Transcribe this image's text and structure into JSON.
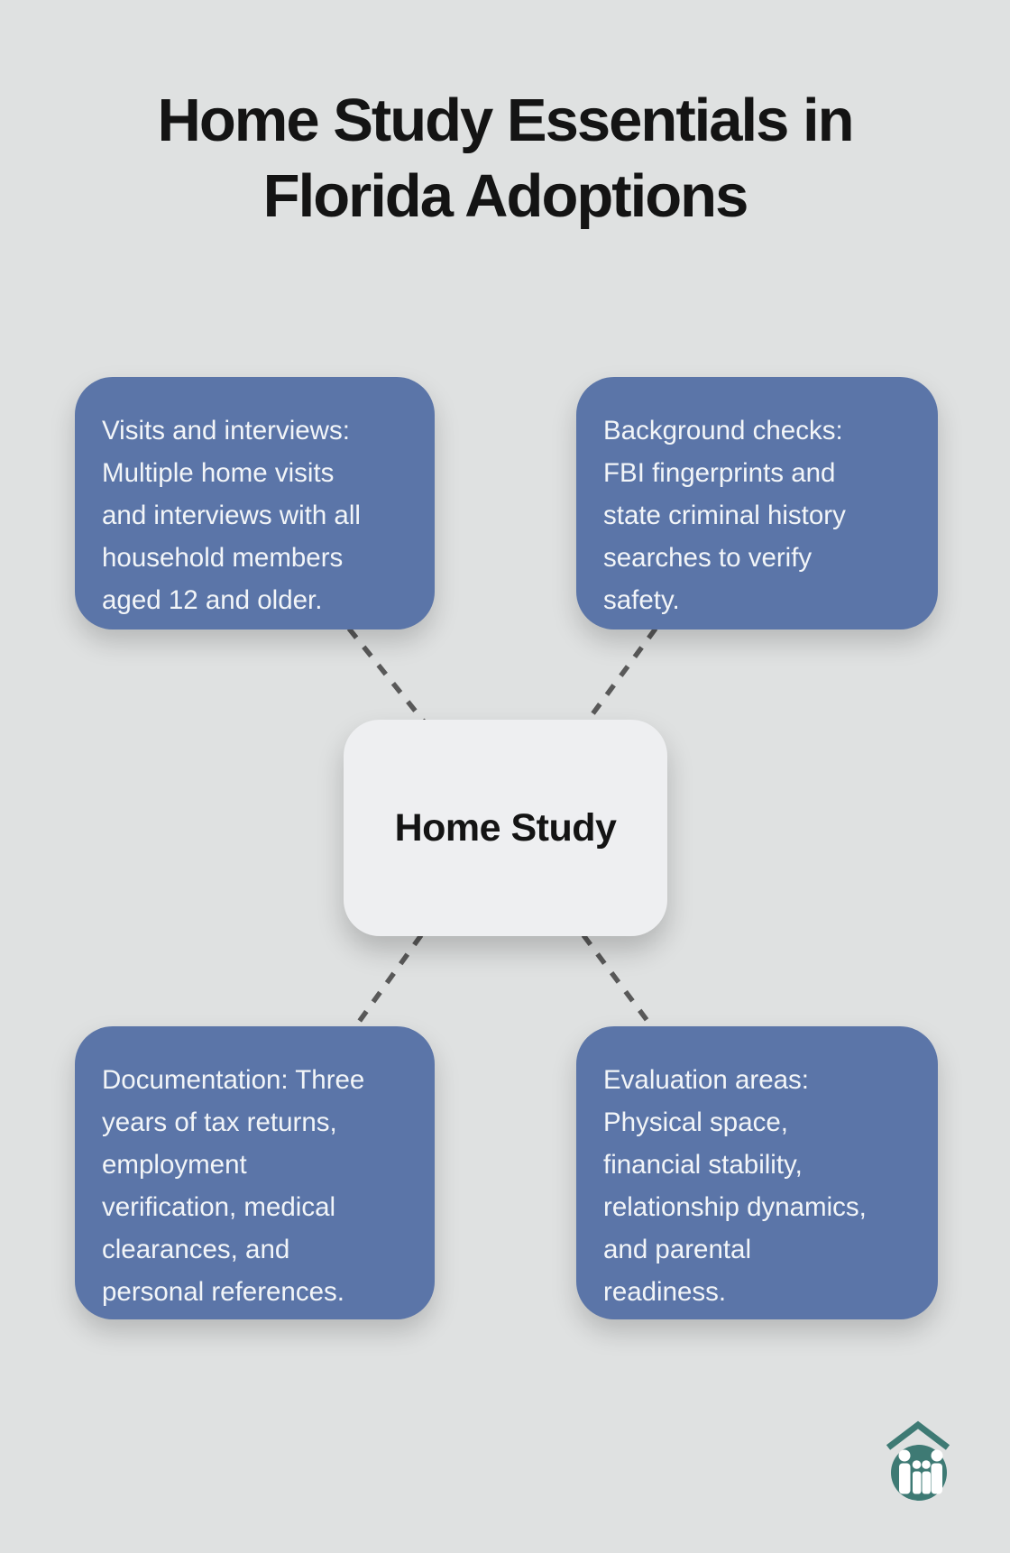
{
  "title": {
    "lines": [
      "Home Study Essentials in",
      "Florida Adoptions"
    ]
  },
  "center_node": {
    "label": "Home Study"
  },
  "nodes": [
    {
      "id": "visits-and-interviews",
      "position": "top-left",
      "lines": [
        "Visits and interviews:",
        "Multiple home visits",
        "and interviews with all",
        "household members",
        "aged 12 and older."
      ]
    },
    {
      "id": "background-checks",
      "position": "top-right",
      "lines": [
        "Background checks:",
        "FBI fingerprints and",
        "state criminal history",
        "searches to verify",
        "safety."
      ]
    },
    {
      "id": "documentation",
      "position": "bottom-left",
      "lines": [
        "Documentation: Three",
        "years of tax returns,",
        "employment",
        "verification, medical",
        "clearances, and",
        "personal references."
      ]
    },
    {
      "id": "evaluation-areas",
      "position": "bottom-right",
      "lines": [
        "Evaluation areas:",
        "Physical space,",
        "financial stability,",
        "relationship dynamics,",
        "and parental",
        "readiness."
      ]
    }
  ],
  "colors": {
    "background": "#DFE1E1",
    "node_box": "#5B75A8",
    "node_box_text": "#F2F5F8",
    "center_node_bg": "#EEEFF1",
    "center_node_text": "#141414",
    "title_text": "#141414",
    "connector": "#595959",
    "logo_teal": "#3E7A74",
    "logo_figures": "#FFFFFF"
  },
  "logo": {
    "name": "family-under-roof-logo"
  }
}
